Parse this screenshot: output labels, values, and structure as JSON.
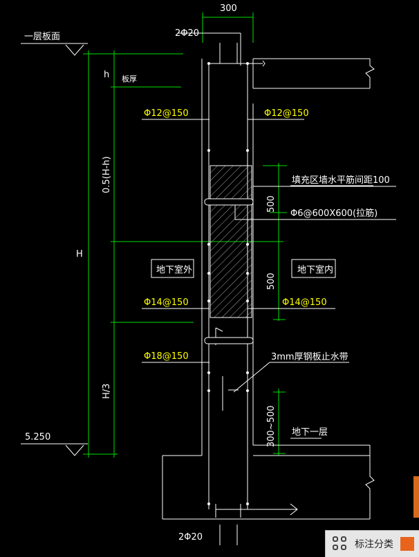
{
  "drawing": {
    "dim_wall_width": "300",
    "top_bars": "2Φ20",
    "bottom_bars": "2Φ20",
    "floor_label": "一层板面",
    "elevation": "5.250",
    "h_label": "h",
    "slab_label": "板厚",
    "half_label": "0.5(H-h)",
    "H_label": "H",
    "third_label": "H/3",
    "rebar_left_1": "Φ12@150",
    "rebar_right_1": "Φ12@150",
    "rebar_left_2": "Φ14@150",
    "rebar_right_2": "Φ14@150",
    "rebar_left_3": "Φ18@150",
    "infill_note": "填充区墙水平筋间距100",
    "tie_note": "Φ6@600X600(拉筋)",
    "dim_500_a": "500",
    "dim_500_b": "500",
    "dim_300_500": "300~500",
    "outside_label": "地下室外",
    "inside_label": "地下室内",
    "waterstop_label": "3mm厚钢板止水带",
    "basement_label": "地下一层"
  },
  "toolbar": {
    "icon": "grid-icon",
    "label": "标注分类",
    "swatch_color": "#e8641c"
  }
}
